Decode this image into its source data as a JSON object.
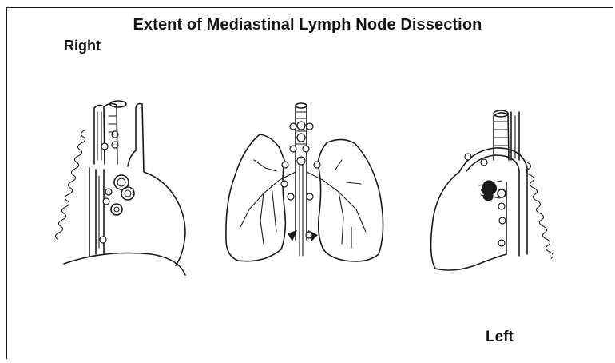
{
  "diagram": {
    "title": "Extent of Mediastinal Lymph Node Dissection",
    "label_right": "Right",
    "label_left": "Left"
  }
}
